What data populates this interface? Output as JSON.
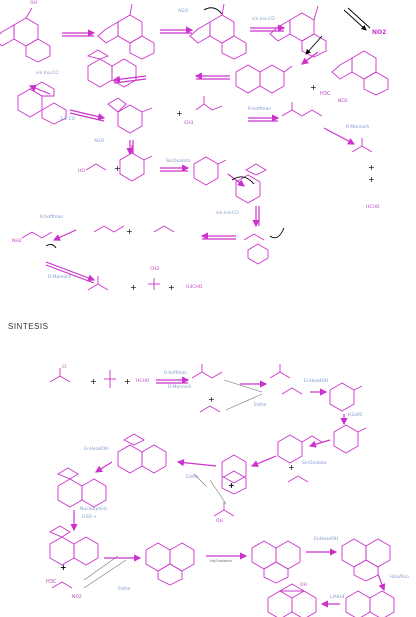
{
  "section_title": "SINTESIS",
  "reagents": {
    "ago": "AGO",
    "sin_ina_co": "sin.ina.CO",
    "one_two_co": "1.2.CO",
    "r_hoffman": "R.hoffman",
    "r_mannich": "R.Mannich",
    "enolization_oh": "EnHeadOH",
    "h3o": "H3O+",
    "h3o_rco": "H2oRC",
    "sin_oxalate": "SinOxalato",
    "esther": "Esthe",
    "nucleophilic": "Nucleophilic",
    "reagent_h3o_plus": "H3O +",
    "rc": "H2o/Rco",
    "lialh4": "LiAlH4",
    "ghost_small": "Ho/Oxalante"
  },
  "chem_labels": {
    "oh_top": "OH",
    "no2_big": "NO2",
    "h3c": "H3C",
    "no2": "NO2",
    "ch3": "CH3",
    "h3cho": "H3CHO",
    "hcho": "HCHO",
    "ch2": "CH2",
    "ho": "HO",
    "nh2": "NH2",
    "oh": "OH",
    "cl": "Cl"
  },
  "colors": {
    "structure": "#cc33cc",
    "reagent_text": "#7f99cc",
    "arrow_black": "#000000"
  }
}
